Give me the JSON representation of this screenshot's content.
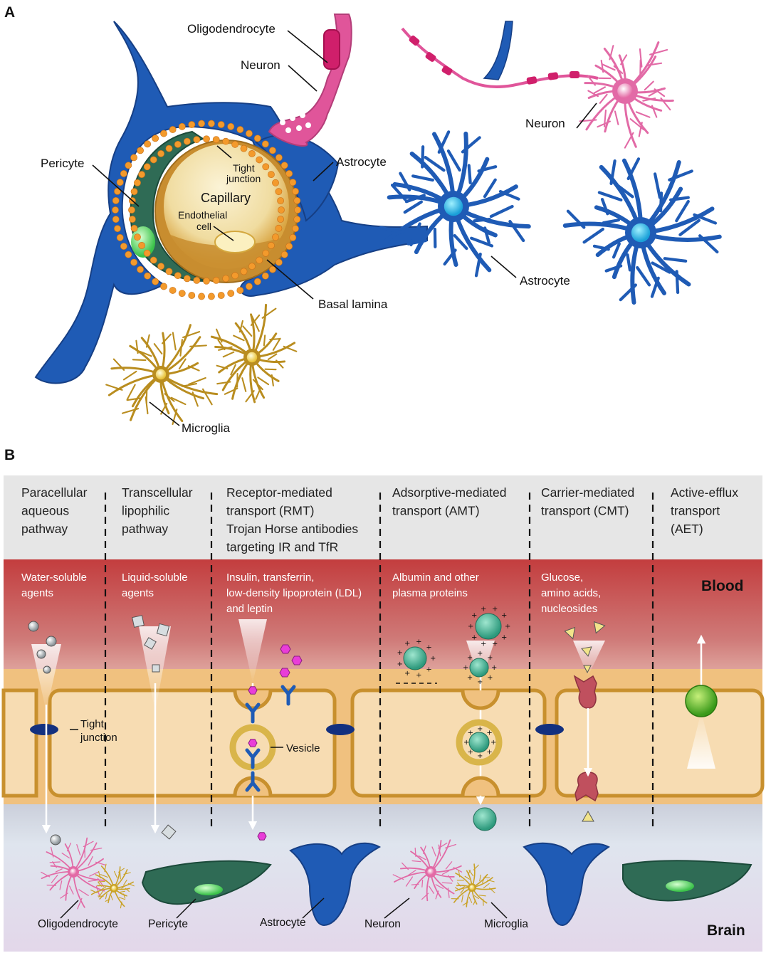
{
  "panel_a": {
    "panel_label": "A",
    "labels": {
      "oligodendrocyte": "Oligodendrocyte",
      "neuron_left": "Neuron",
      "neuron_right": "Neuron",
      "pericyte": "Pericyte",
      "tight_junction_1": "Tight",
      "tight_junction_2": "junction",
      "capillary": "Capillary",
      "endothelial_1": "Endothelial",
      "endothelial_2": "cell",
      "astrocyte_1": "Astrocyte",
      "astrocyte_2": "Astrocyte",
      "basal_lamina": "Basal lamina",
      "microglia": "Microglia"
    }
  },
  "panel_b": {
    "panel_label": "B",
    "columns": [
      {
        "header": [
          "Paracellular",
          "aqueous",
          "pathway"
        ],
        "agents": [
          "Water-soluble",
          "agents"
        ]
      },
      {
        "header": [
          "Transcellular",
          "lipophilic",
          "pathway"
        ],
        "agents": [
          "Liquid-soluble",
          "agents"
        ]
      },
      {
        "header": [
          "Receptor-mediated",
          "transport (RMT)",
          "Trojan Horse antibodies",
          "targeting IR and TfR"
        ],
        "agents": [
          "Insulin, transferrin,",
          "low-density lipoprotein (LDL)",
          "and leptin"
        ]
      },
      {
        "header": [
          "Adsorptive-mediated",
          "transport (AMT)"
        ],
        "agents": [
          "Albumin and other",
          "plasma proteins"
        ]
      },
      {
        "header": [
          "Carrier-mediated",
          "transport (CMT)"
        ],
        "agents": [
          "Glucose,",
          "amino acids,",
          "nucleosides"
        ]
      },
      {
        "header": [
          "Active-efflux",
          "transport",
          "(AET)"
        ],
        "agents": []
      }
    ],
    "zones": {
      "blood": "Blood",
      "brain": "Brain"
    },
    "labels": {
      "tight_junction_1": "Tight",
      "tight_junction_2": "junction",
      "vesicle": "Vesicle",
      "oligodendrocyte": "Oligodendrocyte",
      "pericyte": "Pericyte",
      "astrocyte": "Astrocyte",
      "neuron": "Neuron",
      "microglia": "Microglia"
    },
    "colors": {
      "astrocyte": "#1f5bb5",
      "pericyte": "#2f6b55",
      "neuron": "#e0559a",
      "microglia": "#c9a227",
      "endothelium": "#f6d7a8",
      "blood": "#c0393b",
      "brain": "#dfe3ee"
    }
  }
}
